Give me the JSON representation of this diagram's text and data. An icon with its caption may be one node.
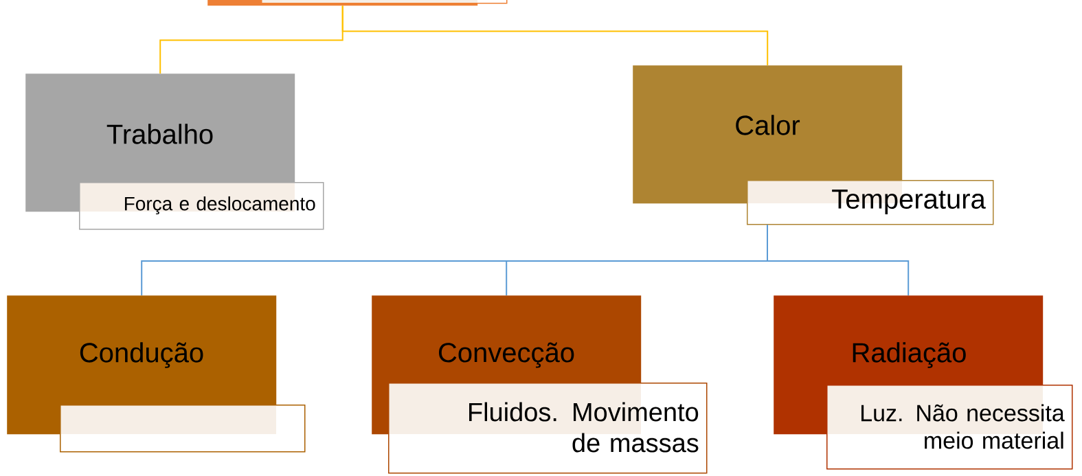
{
  "diagram": {
    "nodes": [
      {
        "text": [],
        "shape": "box"
      },
      {
        "text": [
          "Trabalho",
          "Força e deslocamento"
        ]
      },
      {
        "text": [
          "Calor",
          "Temperatura"
        ]
      },
      {
        "text": [
          "Condução"
        ]
      },
      {
        "text": [
          "Convecção",
          "Fluidos. Movimento de massas"
        ]
      },
      {
        "text": [
          "Radiação",
          "Luz. Não necessita meio material"
        ]
      }
    ],
    "edges": [
      {
        "from": 0,
        "to": 1,
        "arrow": "none",
        "color": "#ffc000"
      },
      {
        "from": 0,
        "to": 2,
        "arrow": "none",
        "color": "#ffc000"
      },
      {
        "from": 2,
        "to": 3,
        "arrow": "none",
        "color": "#5b9bd5"
      },
      {
        "from": 2,
        "to": 4,
        "arrow": "none",
        "color": "#5b9bd5"
      },
      {
        "from": 2,
        "to": 5,
        "arrow": "none",
        "color": "#5b9bd5"
      }
    ]
  }
}
